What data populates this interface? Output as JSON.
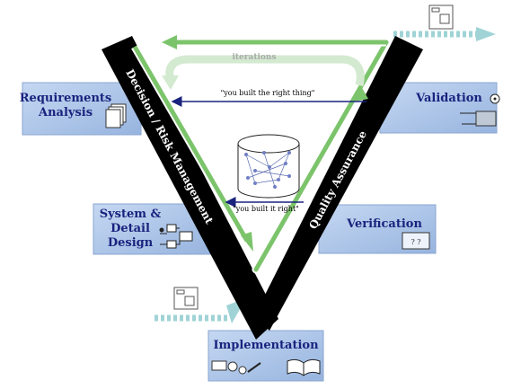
{
  "boxes": {
    "requirements": {
      "line1": "Requirements",
      "line2": "Analysis"
    },
    "system": {
      "line1": "System &",
      "line2": "Detail",
      "line3": "Design"
    },
    "implementation": {
      "label": "Implementation"
    },
    "verification": {
      "label": "Verification"
    },
    "validation": {
      "label": "Validation"
    }
  },
  "bands": {
    "left": "Decision / Risk Management",
    "right": "Quality Assurance"
  },
  "arrows": {
    "iterations": "iterations",
    "right_thing": "\"you built the right thing\"",
    "built_right": "\"you built it right\""
  },
  "colors": {
    "box_fill": "#a9c4e8",
    "box_title": "#1a237e",
    "band": "#000000",
    "loop_green": "#7cc46b",
    "arrow_teal": "#9fd3d6",
    "feedback_arrow": "#1a237e"
  }
}
